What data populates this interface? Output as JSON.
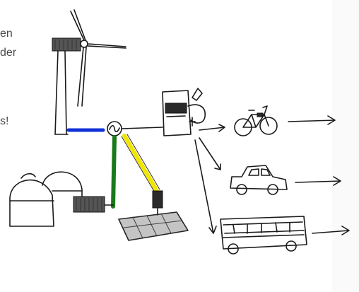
{
  "fragments": {
    "line1": "en",
    "line2": "der",
    "line3": "s!"
  },
  "colors": {
    "wind_line": "#1030d8",
    "biogas_line": "#1a7a1a",
    "solar_line": "#f2e600",
    "ink": "#1a1a1a"
  },
  "icons": [
    "wind-turbine-icon",
    "inverter-icon",
    "charging-station-icon",
    "bicycle-icon",
    "car-icon",
    "bus-icon",
    "biogas-plant-icon",
    "solar-panel-icon"
  ]
}
